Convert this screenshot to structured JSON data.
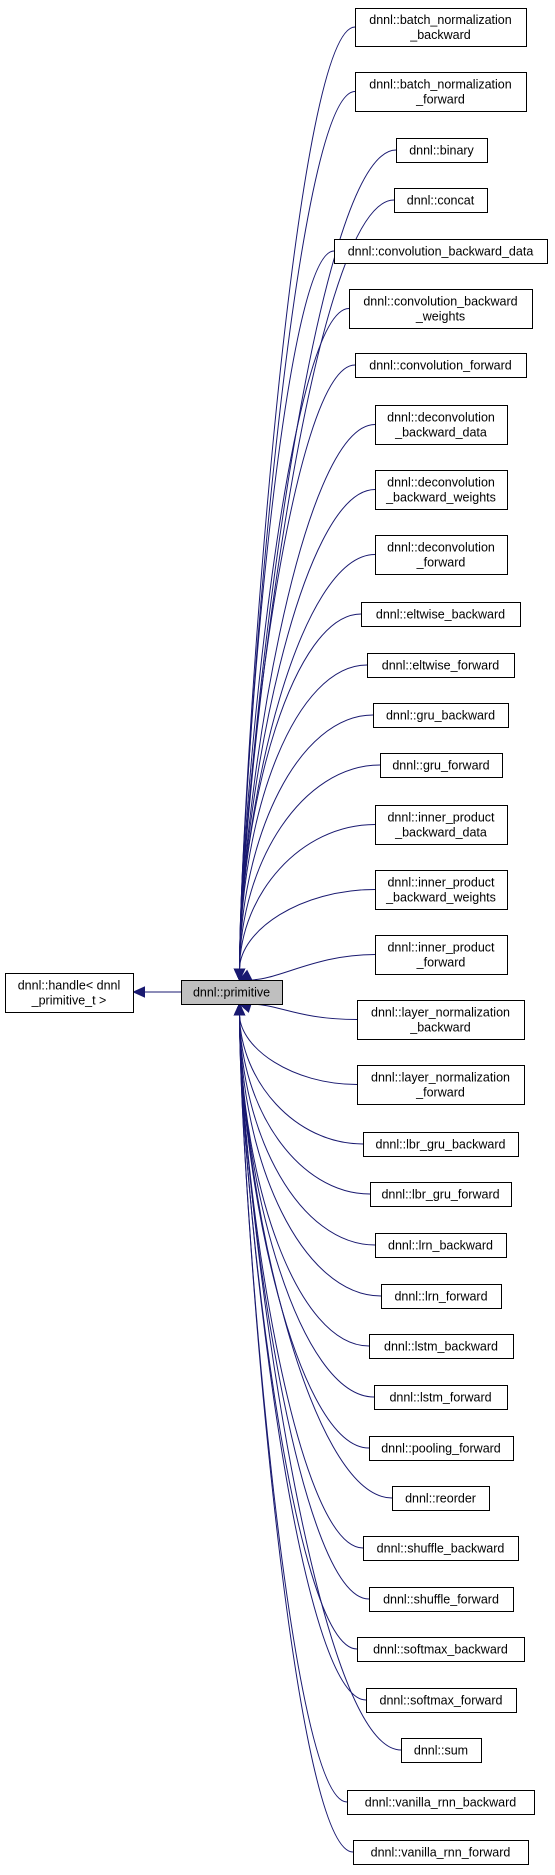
{
  "colors": {
    "edge": "#191970",
    "focus_fill": "#bfbfbf",
    "node_fill": "#ffffff",
    "border": "#000000"
  },
  "root": {
    "id": "handle",
    "lines": [
      "dnnl::handle< dnnl",
      "_primitive_t >"
    ]
  },
  "focus": {
    "id": "primitive",
    "lines": [
      "dnnl::primitive"
    ]
  },
  "children": [
    {
      "id": "batch_normalization_backward",
      "lines": [
        "dnnl::batch_normalization",
        "_backward"
      ]
    },
    {
      "id": "batch_normalization_forward",
      "lines": [
        "dnnl::batch_normalization",
        "_forward"
      ]
    },
    {
      "id": "binary",
      "lines": [
        "dnnl::binary"
      ]
    },
    {
      "id": "concat",
      "lines": [
        "dnnl::concat"
      ]
    },
    {
      "id": "convolution_backward_data",
      "lines": [
        "dnnl::convolution_backward_data"
      ]
    },
    {
      "id": "convolution_backward_weights",
      "lines": [
        "dnnl::convolution_backward",
        "_weights"
      ]
    },
    {
      "id": "convolution_forward",
      "lines": [
        "dnnl::convolution_forward"
      ]
    },
    {
      "id": "deconvolution_backward_data",
      "lines": [
        "dnnl::deconvolution",
        "_backward_data"
      ]
    },
    {
      "id": "deconvolution_backward_weights",
      "lines": [
        "dnnl::deconvolution",
        "_backward_weights"
      ]
    },
    {
      "id": "deconvolution_forward",
      "lines": [
        "dnnl::deconvolution",
        "_forward"
      ]
    },
    {
      "id": "eltwise_backward",
      "lines": [
        "dnnl::eltwise_backward"
      ]
    },
    {
      "id": "eltwise_forward",
      "lines": [
        "dnnl::eltwise_forward"
      ]
    },
    {
      "id": "gru_backward",
      "lines": [
        "dnnl::gru_backward"
      ]
    },
    {
      "id": "gru_forward",
      "lines": [
        "dnnl::gru_forward"
      ]
    },
    {
      "id": "inner_product_backward_data",
      "lines": [
        "dnnl::inner_product",
        "_backward_data"
      ]
    },
    {
      "id": "inner_product_backward_weights",
      "lines": [
        "dnnl::inner_product",
        "_backward_weights"
      ]
    },
    {
      "id": "inner_product_forward",
      "lines": [
        "dnnl::inner_product",
        "_forward"
      ]
    },
    {
      "id": "layer_normalization_backward",
      "lines": [
        "dnnl::layer_normalization",
        "_backward"
      ]
    },
    {
      "id": "layer_normalization_forward",
      "lines": [
        "dnnl::layer_normalization",
        "_forward"
      ]
    },
    {
      "id": "lbr_gru_backward",
      "lines": [
        "dnnl::lbr_gru_backward"
      ]
    },
    {
      "id": "lbr_gru_forward",
      "lines": [
        "dnnl::lbr_gru_forward"
      ]
    },
    {
      "id": "lrn_backward",
      "lines": [
        "dnnl::lrn_backward"
      ]
    },
    {
      "id": "lrn_forward",
      "lines": [
        "dnnl::lrn_forward"
      ]
    },
    {
      "id": "lstm_backward",
      "lines": [
        "dnnl::lstm_backward"
      ]
    },
    {
      "id": "lstm_forward",
      "lines": [
        "dnnl::lstm_forward"
      ]
    },
    {
      "id": "pooling_forward",
      "lines": [
        "dnnl::pooling_forward"
      ]
    },
    {
      "id": "reorder",
      "lines": [
        "dnnl::reorder"
      ]
    },
    {
      "id": "shuffle_backward",
      "lines": [
        "dnnl::shuffle_backward"
      ]
    },
    {
      "id": "shuffle_forward",
      "lines": [
        "dnnl::shuffle_forward"
      ]
    },
    {
      "id": "softmax_backward",
      "lines": [
        "dnnl::softmax_backward"
      ]
    },
    {
      "id": "softmax_forward",
      "lines": [
        "dnnl::softmax_forward"
      ]
    },
    {
      "id": "sum",
      "lines": [
        "dnnl::sum"
      ]
    },
    {
      "id": "vanilla_rnn_backward",
      "lines": [
        "dnnl::vanilla_rnn_backward"
      ]
    },
    {
      "id": "vanilla_rnn_forward",
      "lines": [
        "dnnl::vanilla_rnn_forward"
      ]
    }
  ]
}
